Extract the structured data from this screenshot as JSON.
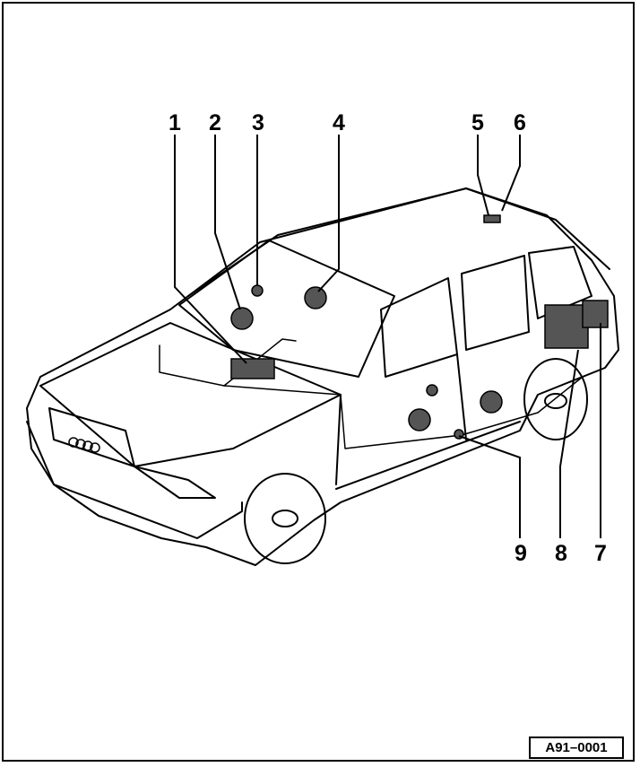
{
  "callouts": [
    "1",
    "2",
    "3",
    "4",
    "5",
    "6",
    "7",
    "8",
    "9"
  ],
  "figure_id": "A91–0001",
  "colors": {
    "ink": "#000000",
    "paper": "#ffffff",
    "shade": "#555555"
  }
}
